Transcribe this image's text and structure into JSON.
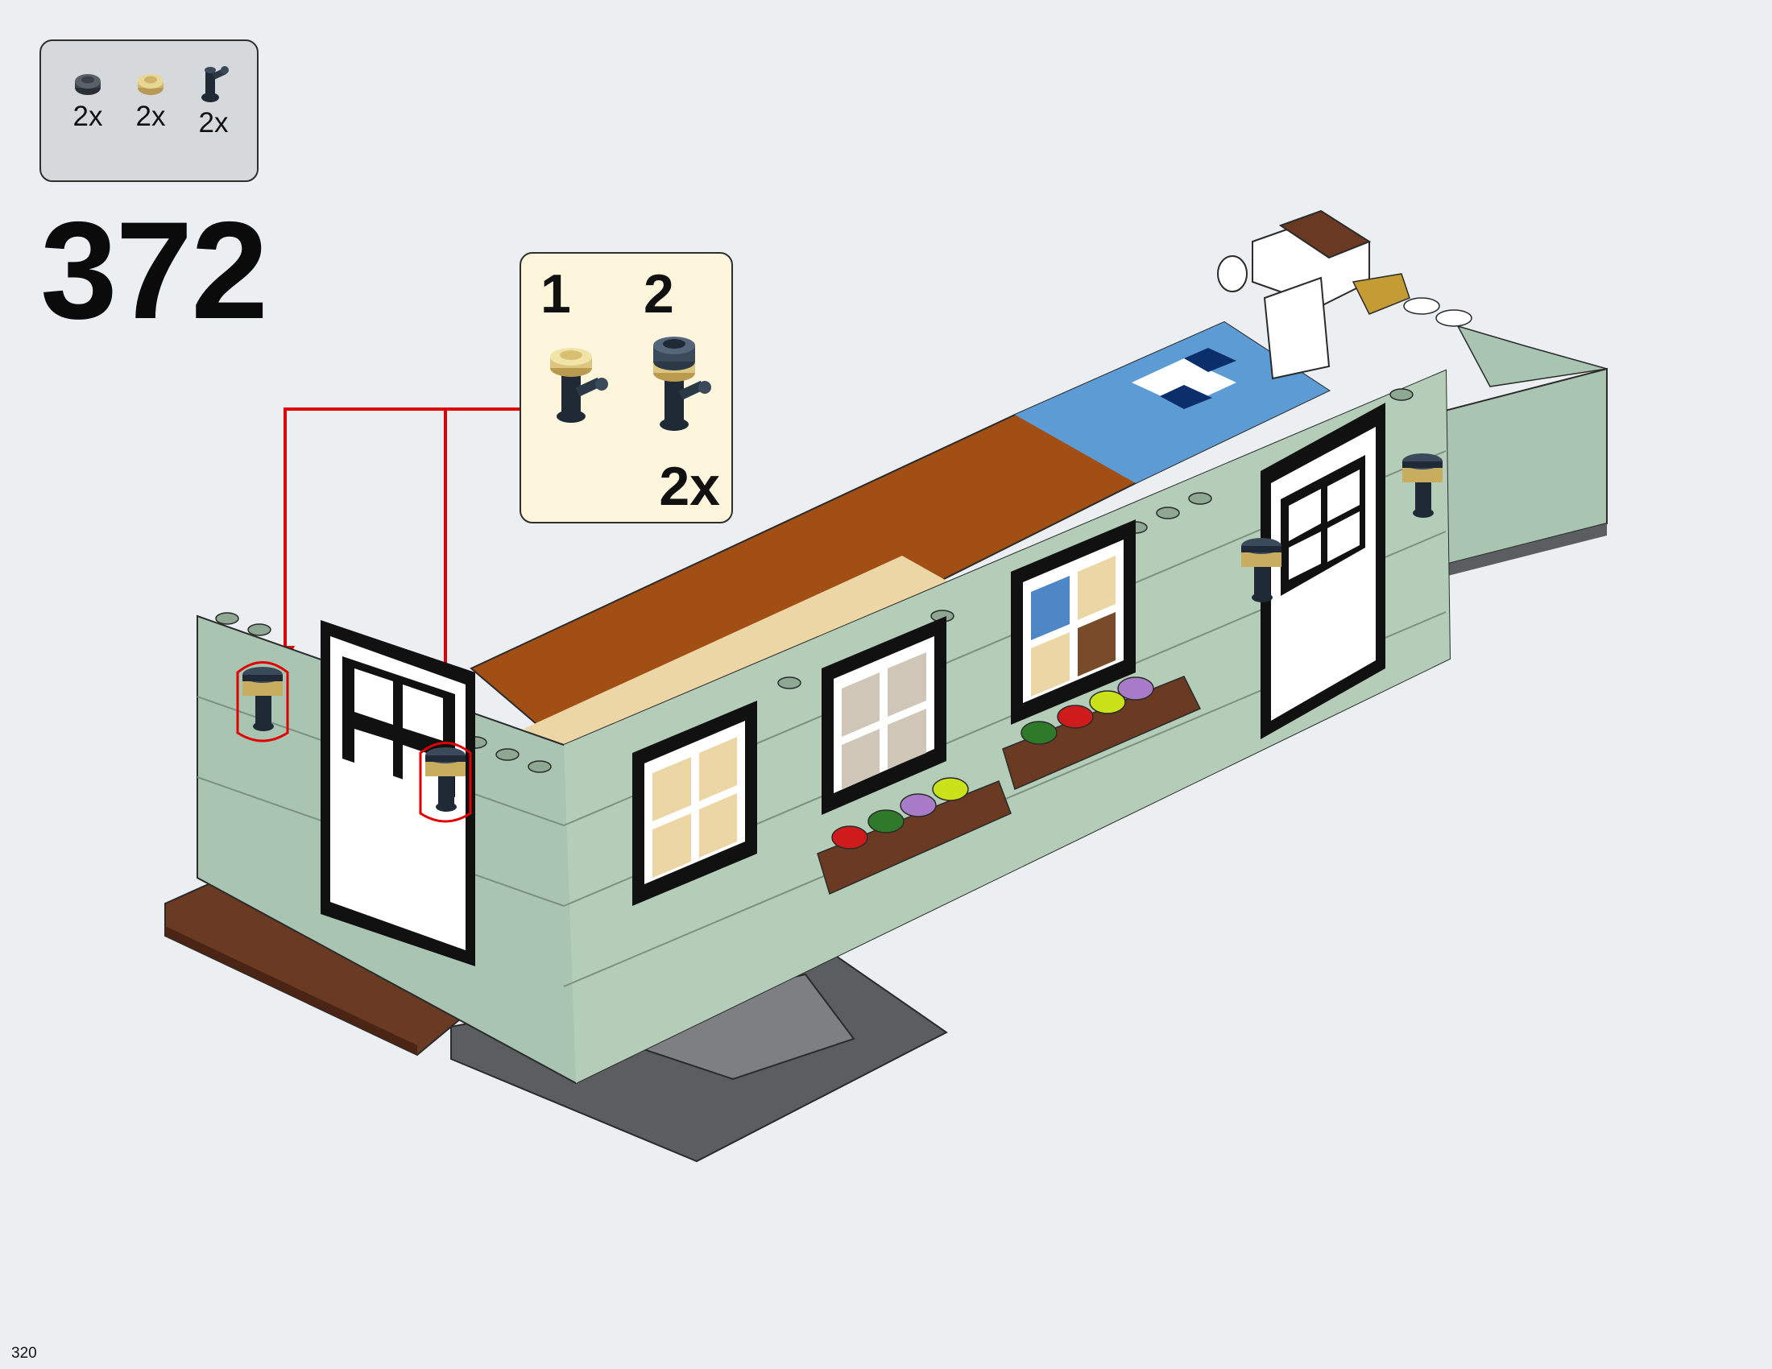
{
  "page": {
    "number": "320",
    "background": "#eceff2"
  },
  "parts_list": {
    "items": [
      {
        "icon": "dark-round-plate-icon",
        "color": "#3c4148",
        "quantity": "2x"
      },
      {
        "icon": "tan-round-plate-icon",
        "color": "#e2cc86",
        "quantity": "2x"
      },
      {
        "icon": "lamp-holder-icon",
        "color": "#1f2a36",
        "quantity": "2x"
      }
    ]
  },
  "step": {
    "number": "372"
  },
  "callout": {
    "sub_step_1": "1",
    "sub_step_2": "2",
    "quantity": "2x",
    "arrow_color": "#e00000"
  }
}
